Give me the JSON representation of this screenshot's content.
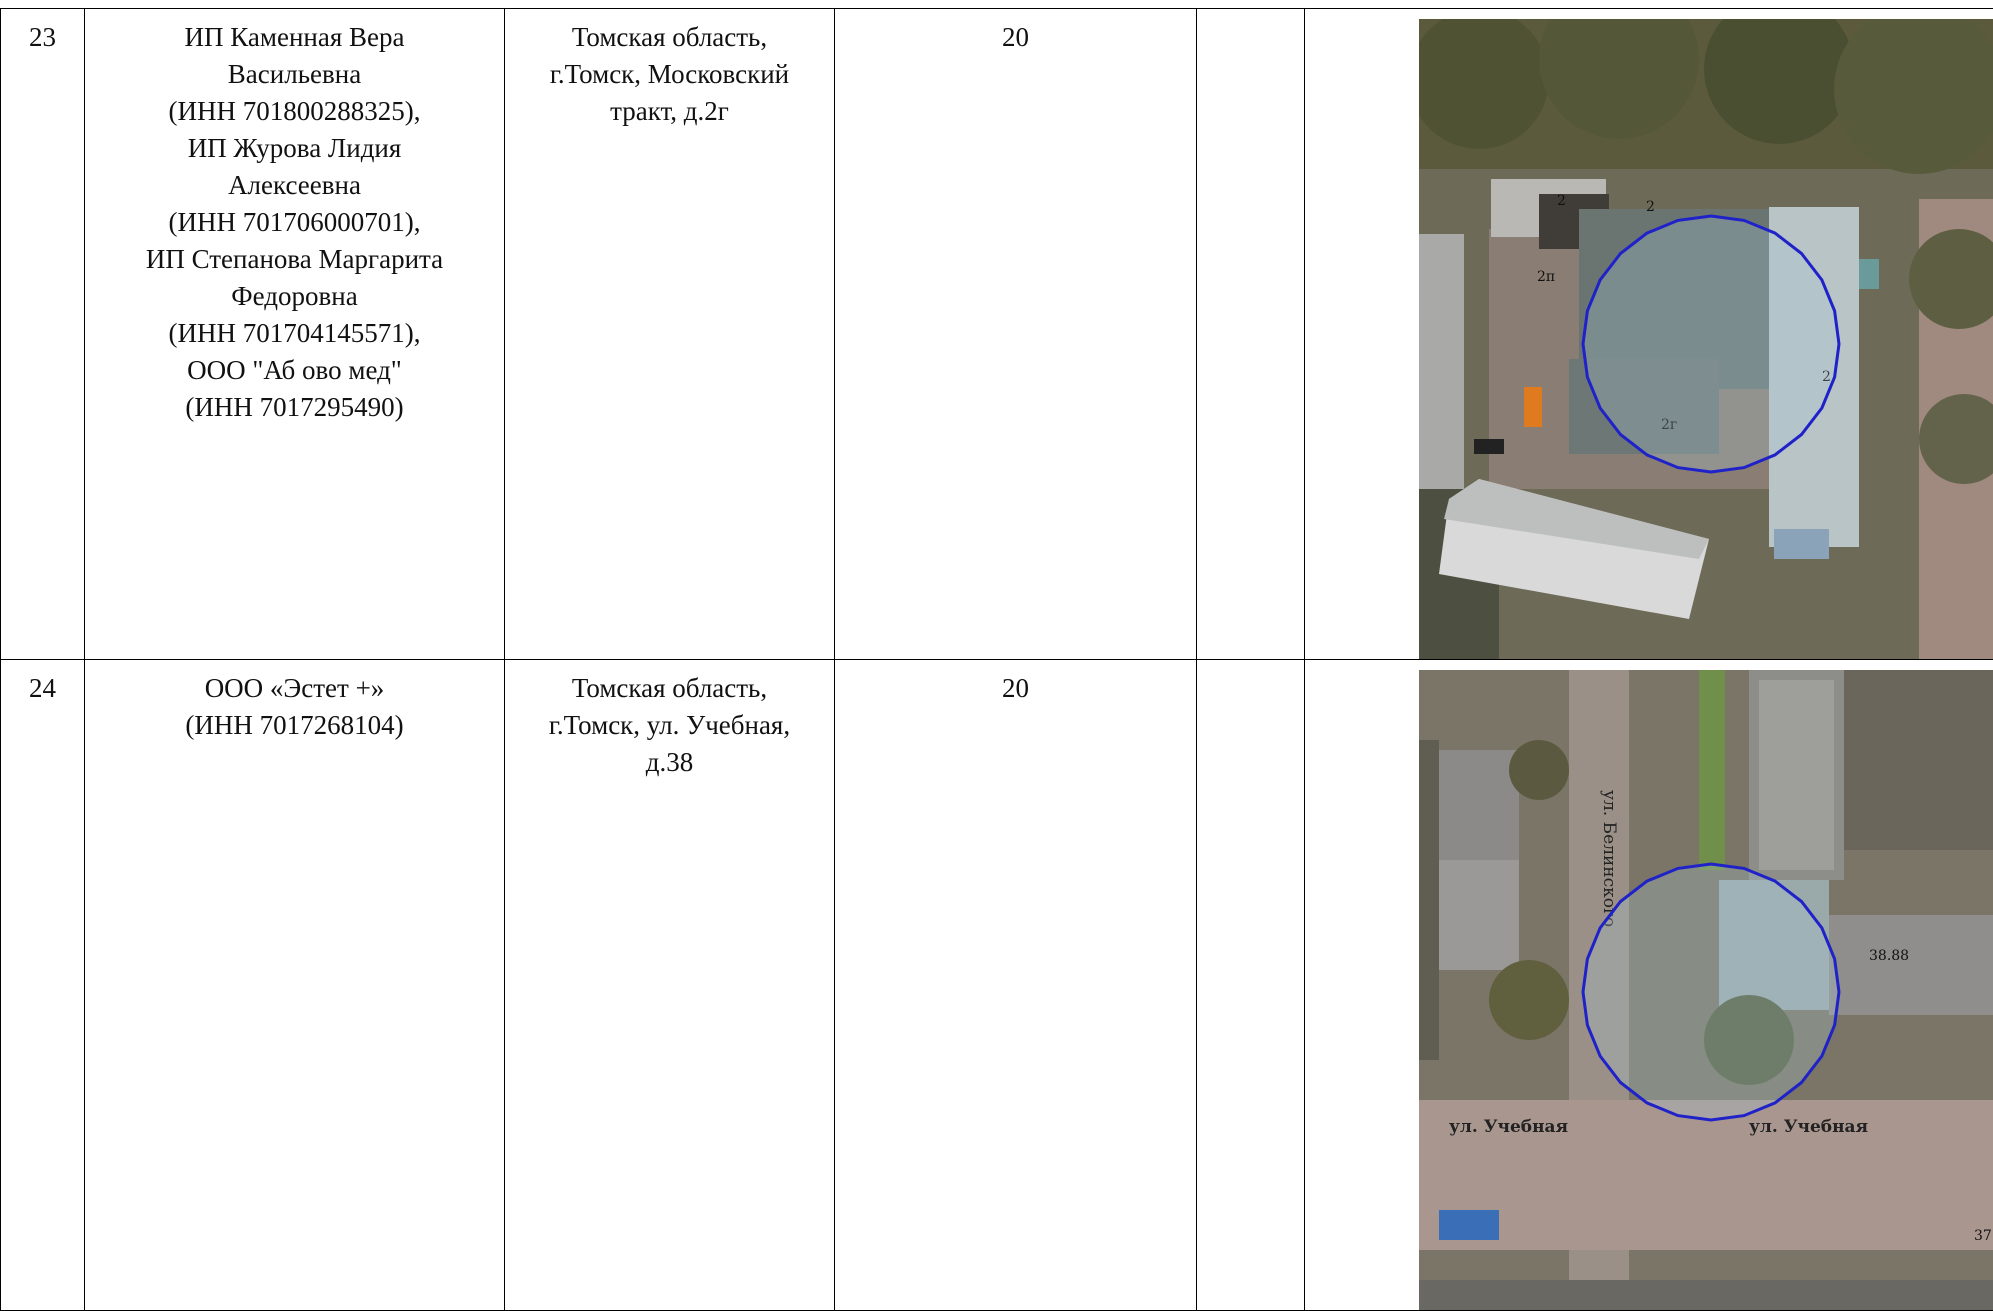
{
  "rows": [
    {
      "number": "23",
      "organization_lines": [
        "ИП Каменная Вера",
        "Васильевна",
        "(ИНН 701800288325),",
        "ИП Журова Лидия",
        "Алексеевна",
        "(ИНН 701706000701),",
        "ИП Степанова Маргарита",
        "Федоровна",
        "(ИНН 701704145571),",
        "ООО \"Аб ово мед\"",
        "(ИНН 7017295490)"
      ],
      "address_lines": [
        "Томская область,",
        "г.Томск, Московский",
        "тракт, д.2г"
      ],
      "distance": "20",
      "extra": "",
      "map": {
        "labels": [
          "2",
          "2",
          "2п",
          "2",
          "2г"
        ],
        "circle_color": "#1f22c8"
      }
    },
    {
      "number": "24",
      "organization_lines": [
        "ООО «Эстет +»",
        "(ИНН 7017268104)"
      ],
      "address_lines": [
        "Томская область,",
        "г.Томск, ул. Учебная,",
        "д.38"
      ],
      "distance": "20",
      "extra": "",
      "map": {
        "street_labels": [
          "ул. Белинского",
          "ул. Учебная",
          "ул. Учебная"
        ],
        "labels": [
          "38.88",
          "37"
        ],
        "circle_color": "#1f22c8"
      }
    }
  ]
}
